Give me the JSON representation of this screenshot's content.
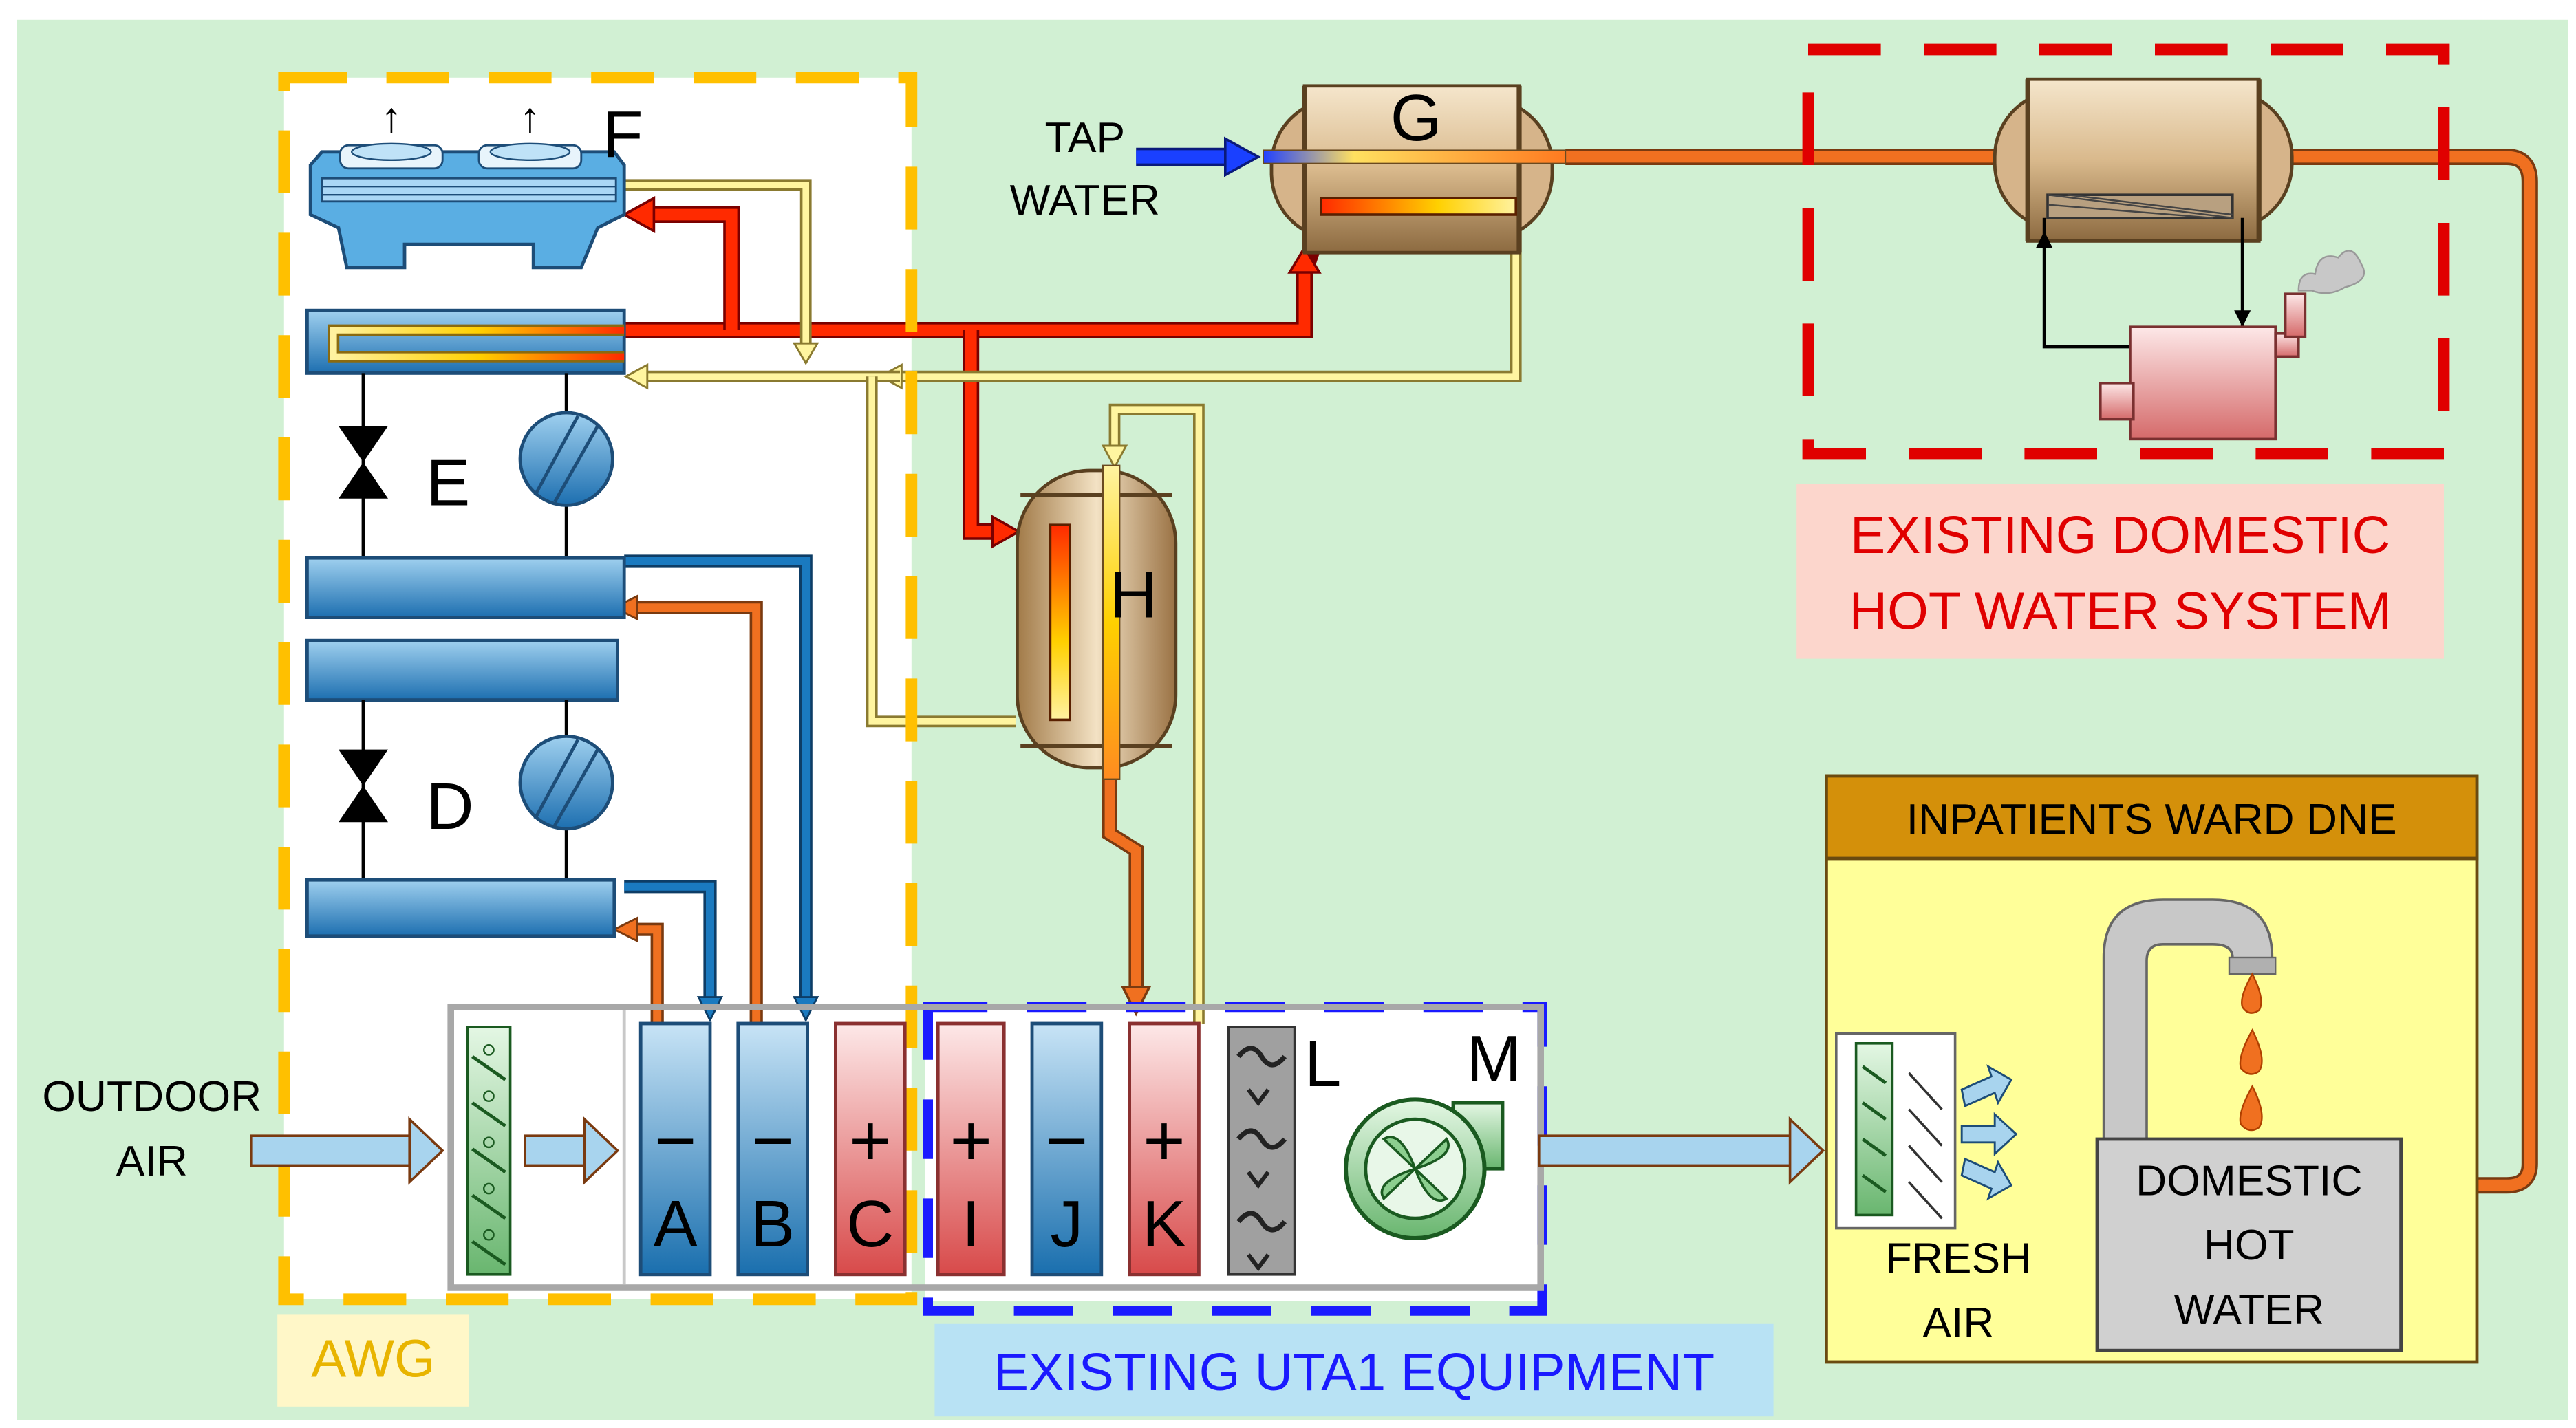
{
  "colors": {
    "background": "#d1f0d3",
    "awg_border": "#ffc000",
    "uta_border": "#1a1aff",
    "dhw_border": "#e00000",
    "hot_pipe": "#ff2a00",
    "warm_pipe": "#f07020",
    "cold_pipe": "#1a7ac0",
    "cool_pipe": "#fff5a0",
    "ward_header": "#d4900a",
    "ward_fill": "#ffff99"
  },
  "components": {
    "A": {
      "letter": "A",
      "sign": "−"
    },
    "B": {
      "letter": "B",
      "sign": "−"
    },
    "C": {
      "letter": "C",
      "sign": "+"
    },
    "D": "D",
    "E": "E",
    "F": "F",
    "G": "G",
    "H": "H",
    "I": {
      "letter": "I",
      "sign": "+"
    },
    "J": {
      "letter": "J",
      "sign": "−"
    },
    "K": {
      "letter": "K",
      "sign": "+"
    },
    "L": "L",
    "M": "M"
  },
  "labels": {
    "tap_water_1": "TAP",
    "tap_water_2": "WATER",
    "outdoor_air_1": "OUTDOOR",
    "outdoor_air_2": "AIR",
    "fresh_air_1": "FRESH",
    "fresh_air_2": "AIR",
    "dhw_1": "DOMESTIC",
    "dhw_2": "HOT",
    "dhw_3": "WATER",
    "existing_dhw_1": "EXISTING DOMESTIC",
    "existing_dhw_2": "HOT WATER SYSTEM",
    "ward": "INPATIENTS WARD DNE",
    "awg": "AWG",
    "uta": "EXISTING UTA1 EQUIPMENT",
    "fan_arrow_1": "↑",
    "fan_arrow_2": "↑"
  }
}
